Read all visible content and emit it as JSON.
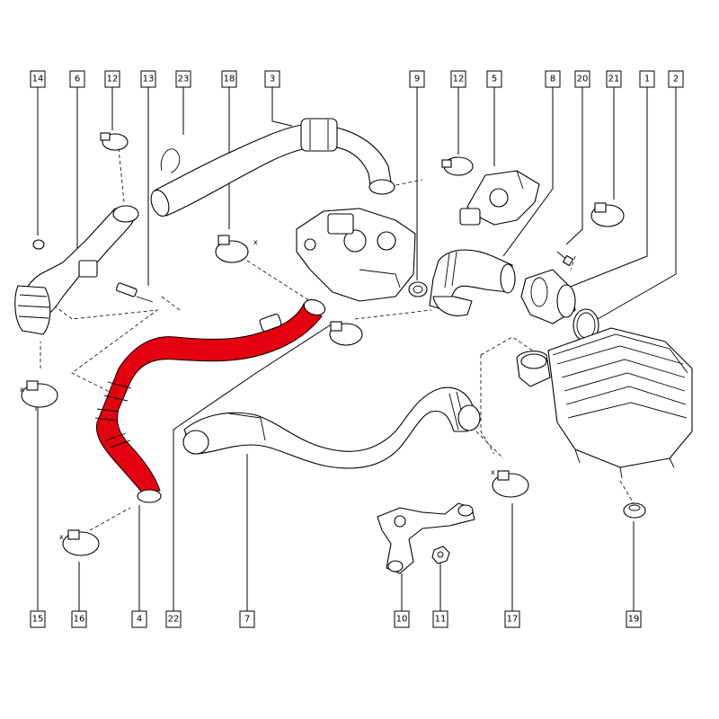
{
  "diagram": {
    "highlight_color": "#e3000f",
    "callouts_top": [
      {
        "id": "c14",
        "label": "14"
      },
      {
        "id": "c6",
        "label": "6"
      },
      {
        "id": "c12a",
        "label": "12"
      },
      {
        "id": "c13",
        "label": "13"
      },
      {
        "id": "c23",
        "label": "23"
      },
      {
        "id": "c18",
        "label": "18"
      },
      {
        "id": "c3",
        "label": "3"
      },
      {
        "id": "c9",
        "label": "9"
      },
      {
        "id": "c12b",
        "label": "12"
      },
      {
        "id": "c5",
        "label": "5"
      },
      {
        "id": "c8",
        "label": "8"
      },
      {
        "id": "c20",
        "label": "20"
      },
      {
        "id": "c21",
        "label": "21"
      },
      {
        "id": "c1",
        "label": "1"
      },
      {
        "id": "c2",
        "label": "2"
      }
    ],
    "callouts_bottom": [
      {
        "id": "c15",
        "label": "15"
      },
      {
        "id": "c16",
        "label": "16"
      },
      {
        "id": "c4",
        "label": "4"
      },
      {
        "id": "c22",
        "label": "22"
      },
      {
        "id": "c7",
        "label": "7"
      },
      {
        "id": "c10",
        "label": "10"
      },
      {
        "id": "c11",
        "label": "11"
      },
      {
        "id": "c17",
        "label": "17"
      },
      {
        "id": "c19",
        "label": "19"
      }
    ],
    "clamp_marks": [
      {
        "id": "x1",
        "label": "x"
      },
      {
        "id": "x2",
        "label": "x"
      },
      {
        "id": "x3",
        "label": "x"
      },
      {
        "id": "x4",
        "label": "x"
      }
    ]
  }
}
